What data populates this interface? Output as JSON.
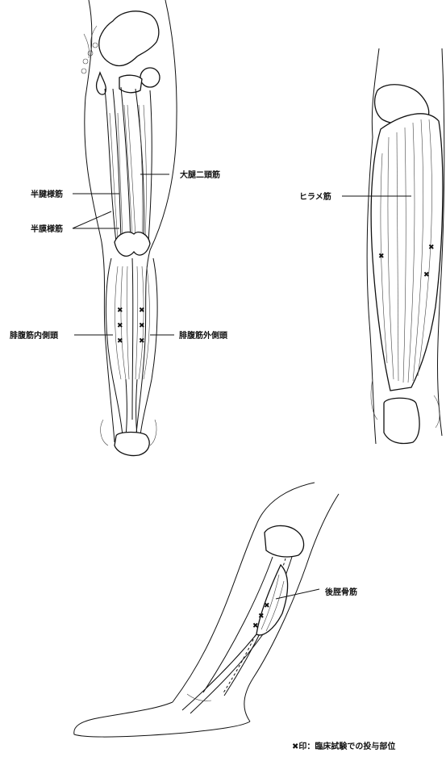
{
  "labels": {
    "semitendinosus": "半腱様筋",
    "biceps_femoris": "大腿二頭筋",
    "semimembranosus": "半膜様筋",
    "gastroc_medial": "腓腹筋内側頭",
    "gastroc_lateral": "腓腹筋外側頭",
    "soleus": "ヒラメ筋",
    "tibialis_posterior": "後脛骨筋"
  },
  "mark_symbol": "✖",
  "legend": "✖印：臨床試験での投与部位"
}
